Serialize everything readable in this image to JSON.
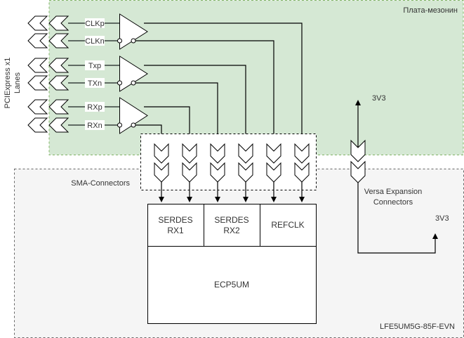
{
  "regions": {
    "mezzanine": {
      "label": "Плата-мезонин",
      "fill": "#d5e8d4",
      "border": "#82b366"
    },
    "evn_board": {
      "label": "LFE5UM5G-85F-EVN",
      "fill": "#f5f5f5",
      "border": "#666666"
    },
    "sma": {
      "label": "SMA-Connectors"
    },
    "versa": {
      "label_line1": "Versa Expansion",
      "label_line2": "Connectors"
    }
  },
  "side_label": {
    "line1": "PCIExpress x1",
    "line2": "Lanes"
  },
  "signals": [
    {
      "name": "CLKp",
      "inverted": false
    },
    {
      "name": "CLKn",
      "inverted": true
    },
    {
      "name": "Txp",
      "inverted": false
    },
    {
      "name": "TXn",
      "inverted": true
    },
    {
      "name": "RXp",
      "inverted": false
    },
    {
      "name": "RXn",
      "inverted": true
    }
  ],
  "fpga": {
    "blocks": [
      {
        "line1": "SERDES",
        "line2": "RX1"
      },
      {
        "line1": "SERDES",
        "line2": "RX2"
      },
      {
        "line1": "REFCLK",
        "line2": ""
      }
    ],
    "core_label": "ECP5UM"
  },
  "power": {
    "top_label": "3V3",
    "bottom_label": "3V3"
  }
}
